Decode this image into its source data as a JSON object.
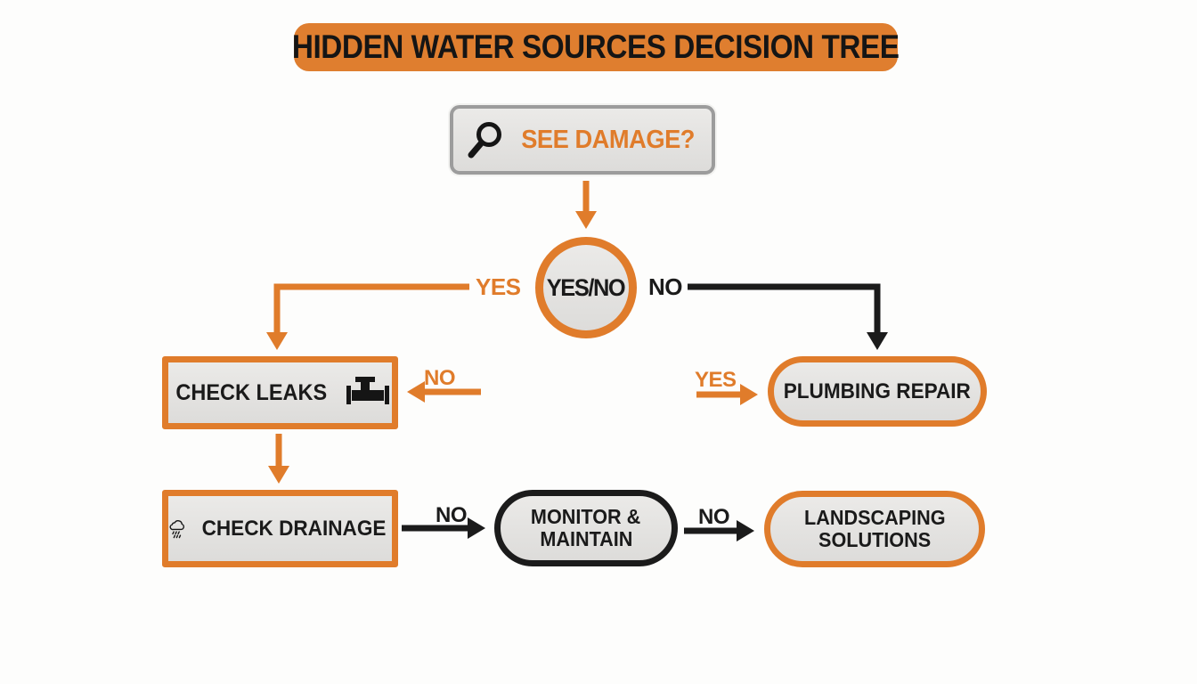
{
  "title": "HIDDEN WATER SOURCES DECISION TREE",
  "colors": {
    "orange_accent": "#e07c2b",
    "banner_background": "#df7e2f",
    "black": "#1b1b1b",
    "node_fill": "#e5e4e2",
    "gray_border": "#9c9c9c",
    "background": "#fdfdfc"
  },
  "nodes": {
    "see_damage": {
      "label": "SEE DAMAGE?",
      "icon": "magnifier-icon",
      "shape": "rounded-rect"
    },
    "decision": {
      "label": "YES/NO",
      "shape": "circle"
    },
    "check_leaks": {
      "label": "CHECK LEAKS",
      "icon": "valve-icon",
      "shape": "rect"
    },
    "plumbing_repair": {
      "label": "PLUMBING REPAIR",
      "shape": "pill"
    },
    "check_drainage": {
      "label": "CHECK DRAINAGE",
      "icon": "rain-cloud-icon",
      "shape": "rect"
    },
    "monitor_maintain": {
      "line1": "MONITOR &",
      "line2": "MAINTAIN",
      "shape": "pill"
    },
    "landscaping_solutions": {
      "line1": "LANDSCAPING",
      "line2": "SOLUTIONS",
      "shape": "pill"
    }
  },
  "edges": [
    {
      "from": "see_damage",
      "to": "decision",
      "label": ""
    },
    {
      "from": "decision",
      "to": "check_leaks",
      "label": "YES"
    },
    {
      "from": "decision",
      "to": "plumbing_repair",
      "label": "NO"
    },
    {
      "to": "check_leaks",
      "label": "NO"
    },
    {
      "to": "plumbing_repair",
      "label": "YES"
    },
    {
      "from": "check_leaks",
      "to": "check_drainage",
      "label": ""
    },
    {
      "from": "check_drainage",
      "to": "monitor_maintain",
      "label": "NO"
    },
    {
      "from": "monitor_maintain",
      "to": "landscaping_solutions",
      "label": "NO"
    }
  ]
}
